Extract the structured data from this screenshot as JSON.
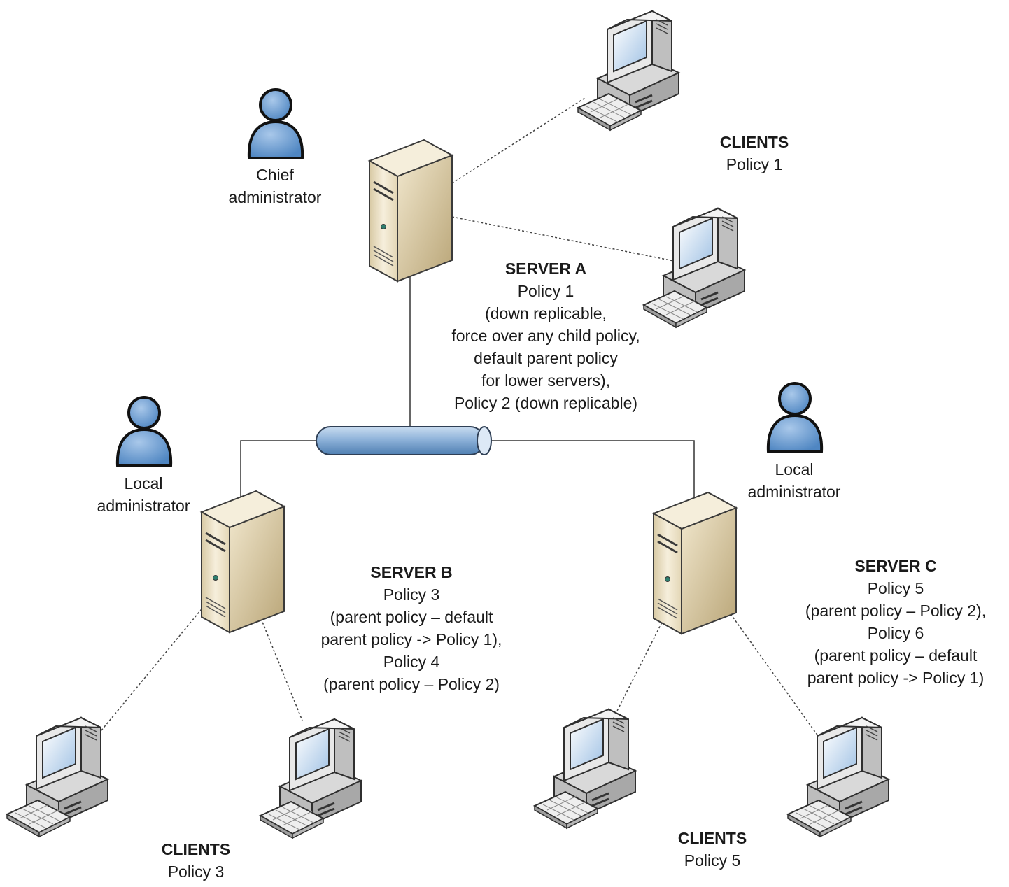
{
  "server_a": {
    "title": "SERVER A",
    "lines": [
      "Policy 1",
      "(down replicable,",
      "force over any child policy,",
      "default parent policy",
      "for lower servers),",
      "Policy 2 (down replicable)"
    ]
  },
  "server_b": {
    "title": "SERVER B",
    "lines": [
      "Policy 3",
      "(parent policy – default",
      "parent policy -> Policy 1),",
      "Policy 4",
      "(parent policy – Policy 2)"
    ]
  },
  "server_c": {
    "title": "SERVER C",
    "lines": [
      "Policy 5",
      "(parent policy – Policy 2),",
      "Policy 6",
      "(parent policy – default",
      "parent policy -> Policy 1)"
    ]
  },
  "clients_a": {
    "title": "CLIENTS",
    "policy": "Policy 1"
  },
  "clients_b": {
    "title": "CLIENTS",
    "policy": "Policy 3"
  },
  "clients_c": {
    "title": "CLIENTS",
    "policy": "Policy 5"
  },
  "chief_admin": {
    "line1": "Chief",
    "line2": "administrator"
  },
  "local_admin_b": {
    "line1": "Local",
    "line2": "administrator"
  },
  "local_admin_c": {
    "line1": "Local",
    "line2": "administrator"
  },
  "colors": {
    "person_fill": "#6f9fd0",
    "person_stroke": "#111111",
    "server_front": "#efe6cf",
    "server_side": "#c7b58c",
    "pipe": "#8fb3da"
  }
}
